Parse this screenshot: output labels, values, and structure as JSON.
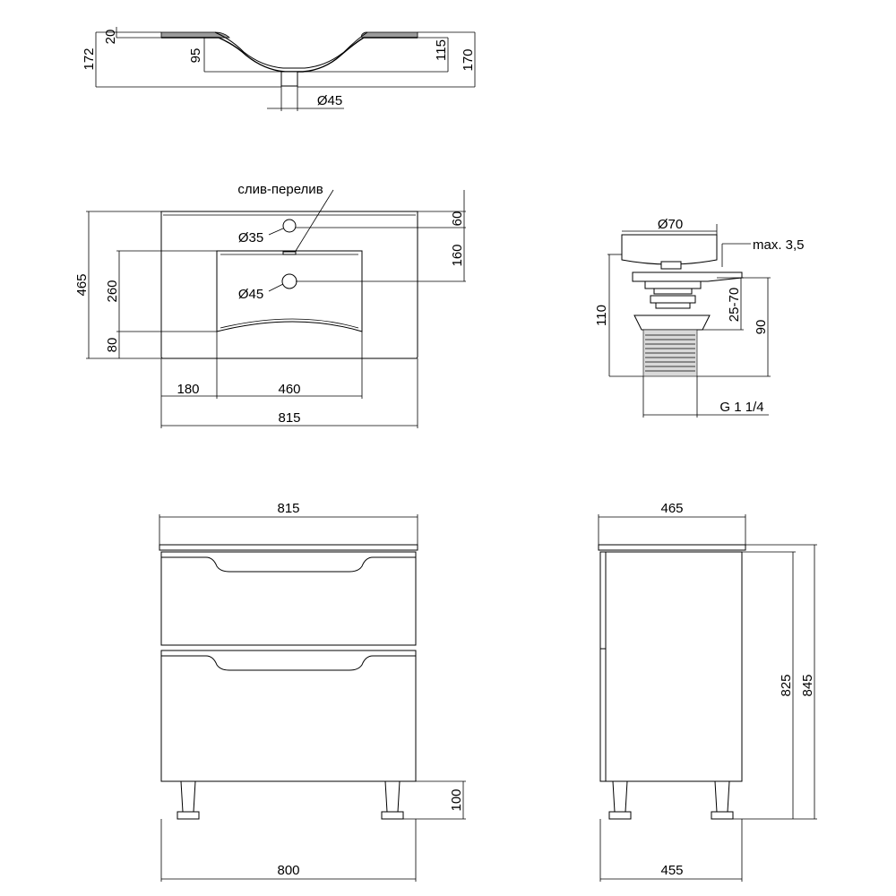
{
  "top_section": {
    "dim_20": "20",
    "dim_172": "172",
    "dim_95": "95",
    "dim_115": "115",
    "dim_170": "170",
    "drain_diameter": "Ø45"
  },
  "plan_view": {
    "overflow_label": "слив-перелив",
    "hole_overflow": "Ø35",
    "hole_drain": "Ø45",
    "dim_60": "60",
    "dim_160": "160",
    "dim_465": "465",
    "dim_260": "260",
    "dim_80": "80",
    "dim_180": "180",
    "dim_460": "460",
    "dim_815": "815"
  },
  "drain_valve": {
    "cap_diameter": "Ø70",
    "max_thickness": "max. 3,5",
    "dim_110": "110",
    "range_25_70": "25-70",
    "dim_90": "90",
    "thread": "G 1 1/4"
  },
  "front_view": {
    "width_top": "815",
    "leg_height": "100",
    "width_bottom": "800"
  },
  "side_view": {
    "depth_top": "465",
    "height_825": "825",
    "height_845": "845",
    "depth_bottom": "455"
  }
}
